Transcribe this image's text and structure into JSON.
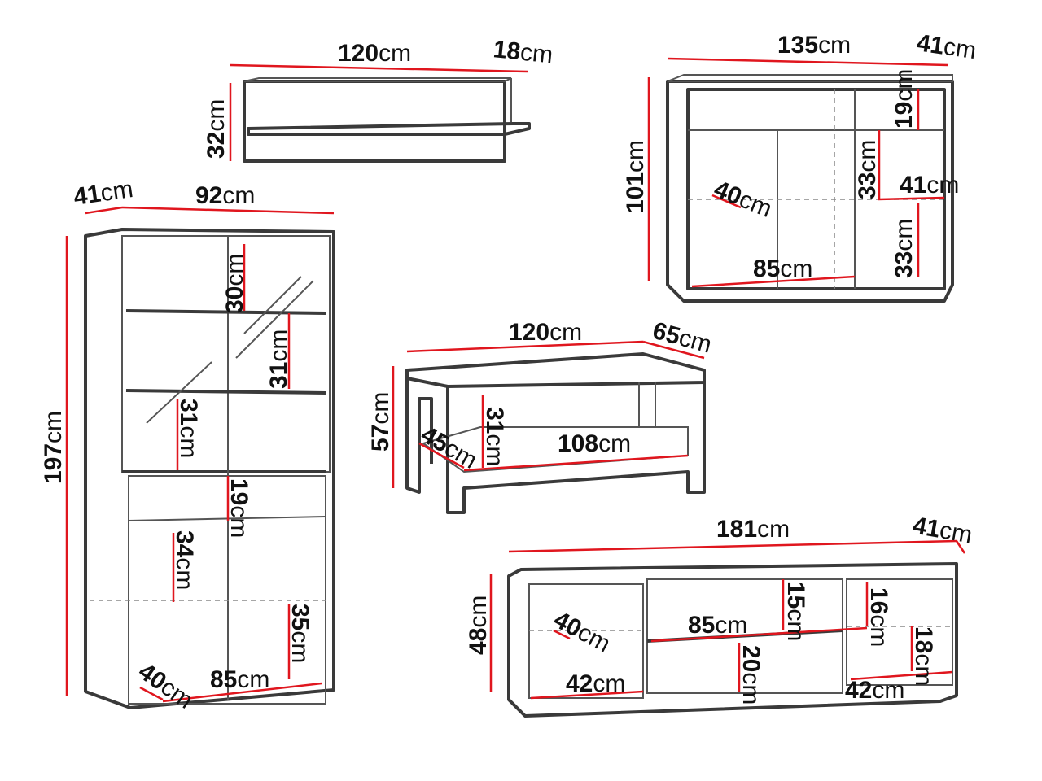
{
  "colors": {
    "dimension_line": "#e0161e",
    "outline": "#3a3a3a"
  },
  "wall_shelf": {
    "width": {
      "v": "120",
      "u": "cm"
    },
    "depth": {
      "v": "18",
      "u": "cm"
    },
    "height": {
      "v": "32",
      "u": "cm"
    }
  },
  "sideboard": {
    "width": {
      "v": "135",
      "u": "cm"
    },
    "depth": {
      "v": "41",
      "u": "cm"
    },
    "height": {
      "v": "101",
      "u": "cm"
    },
    "drawer_h": {
      "v": "19",
      "u": "cm"
    },
    "upper_h": {
      "v": "33",
      "u": "cm"
    },
    "inner_depth": {
      "v": "41",
      "u": "cm"
    },
    "shelf_depth": {
      "v": "40",
      "u": "cm"
    },
    "inner_width": {
      "v": "85",
      "u": "cm"
    },
    "lower_h": {
      "v": "33",
      "u": "cm"
    }
  },
  "tall_cabinet": {
    "depth": {
      "v": "41",
      "u": "cm"
    },
    "width": {
      "v": "92",
      "u": "cm"
    },
    "height": {
      "v": "197",
      "u": "cm"
    },
    "top_h": {
      "v": "30",
      "u": "cm"
    },
    "mid_h": {
      "v": "31",
      "u": "cm"
    },
    "low_glass_h": {
      "v": "31",
      "u": "cm"
    },
    "drawer_h": {
      "v": "19",
      "u": "cm"
    },
    "shelf_h": {
      "v": "34",
      "u": "cm"
    },
    "bottom_h": {
      "v": "35",
      "u": "cm"
    },
    "shelf_depth": {
      "v": "40",
      "u": "cm"
    },
    "inner_width": {
      "v": "85",
      "u": "cm"
    }
  },
  "coffee_table": {
    "width": {
      "v": "120",
      "u": "cm"
    },
    "depth": {
      "v": "65",
      "u": "cm"
    },
    "height": {
      "v": "57",
      "u": "cm"
    },
    "shelf_gap": {
      "v": "31",
      "u": "cm"
    },
    "shelf_depth": {
      "v": "45",
      "u": "cm"
    },
    "shelf_width": {
      "v": "108",
      "u": "cm"
    }
  },
  "tv_unit": {
    "width": {
      "v": "181",
      "u": "cm"
    },
    "depth": {
      "v": "41",
      "u": "cm"
    },
    "height": {
      "v": "48",
      "u": "cm"
    },
    "mid_top_h": {
      "v": "15",
      "u": "cm"
    },
    "right_top_h": {
      "v": "16",
      "u": "cm"
    },
    "shelf_depth": {
      "v": "40",
      "u": "cm"
    },
    "mid_width": {
      "v": "85",
      "u": "cm"
    },
    "right_bottom_h": {
      "v": "18",
      "u": "cm"
    },
    "left_width": {
      "v": "42",
      "u": "cm"
    },
    "mid_bottom_h": {
      "v": "20",
      "u": "cm"
    },
    "right_width": {
      "v": "42",
      "u": "cm"
    }
  }
}
